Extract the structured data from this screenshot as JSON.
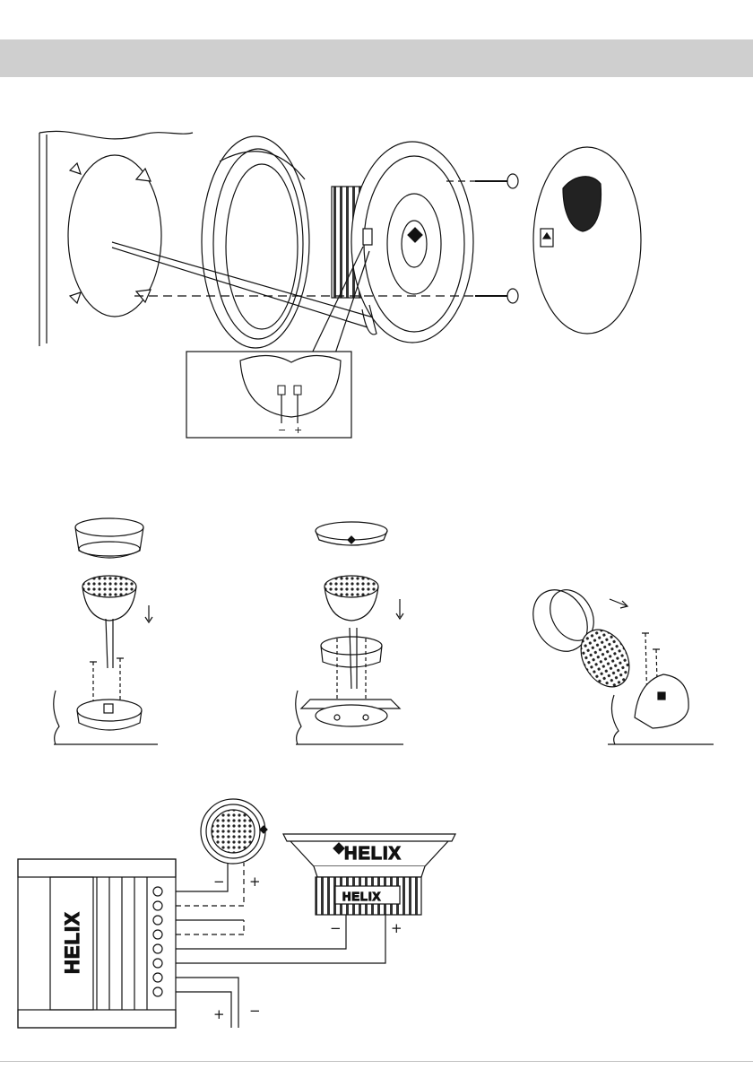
{
  "header": {
    "title": ""
  },
  "inset": {
    "minus_label": "−",
    "plus_label": "+"
  },
  "wiring": {
    "tweeter_minus": "−",
    "tweeter_plus": "+",
    "woofer_minus": "−",
    "woofer_plus": "+",
    "amp_plus": "+",
    "amp_minus": "−",
    "woofer_brand": "HELIX",
    "magnet_brand": "HELIX",
    "amp_brand": "HELIX"
  },
  "colors": {
    "header_bar": "#cfcfcf",
    "line": "#111111",
    "cabinet_hatch": "#333333"
  }
}
